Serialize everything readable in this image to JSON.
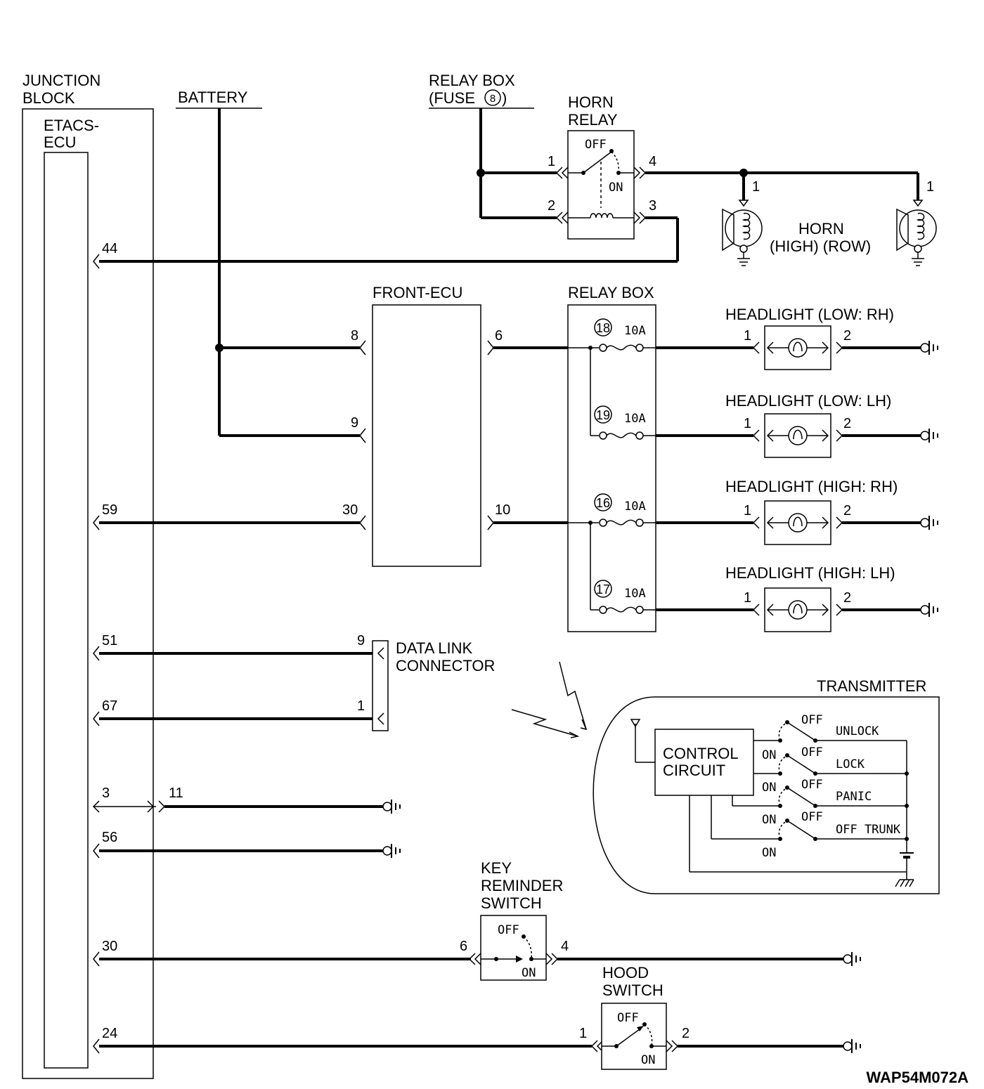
{
  "junction_block": {
    "title_line1": "JUNCTION",
    "title_line2": "BLOCK",
    "ecu_line1": "ETACS-",
    "ecu_line2": "ECU"
  },
  "battery": "BATTERY",
  "relay_box_fuse": {
    "line1": "RELAY BOX",
    "line2": "(FUSE",
    "fuse_no": "8",
    "line2_end": ")"
  },
  "horn_relay": {
    "line1": "HORN",
    "line2": "RELAY",
    "off": "OFF",
    "on": "ON",
    "pins": [
      "1",
      "2",
      "3",
      "4"
    ]
  },
  "horn": {
    "line1": "HORN",
    "line2": "(HIGH) (ROW)",
    "pin_high": "1",
    "pin_low": "1"
  },
  "front_ecu": {
    "title": "FRONT-ECU",
    "pins": [
      "8",
      "9",
      "30",
      "6",
      "10"
    ]
  },
  "relay_box": {
    "title": "RELAY BOX",
    "fuses": [
      {
        "no": "18",
        "rating": "10A"
      },
      {
        "no": "19",
        "rating": "10A"
      },
      {
        "no": "16",
        "rating": "10A"
      },
      {
        "no": "17",
        "rating": "10A"
      }
    ]
  },
  "headlights": [
    {
      "label": "HEADLIGHT (LOW: RH)",
      "pin1": "1",
      "pin2": "2"
    },
    {
      "label": "HEADLIGHT (LOW: LH)",
      "pin1": "1",
      "pin2": "2"
    },
    {
      "label": "HEADLIGHT (HIGH: RH)",
      "pin1": "1",
      "pin2": "2"
    },
    {
      "label": "HEADLIGHT (HIGH: LH)",
      "pin1": "1",
      "pin2": "2"
    }
  ],
  "ecu_pins": [
    "44",
    "59",
    "51",
    "67",
    "3",
    "11",
    "56",
    "30",
    "24"
  ],
  "data_link": {
    "line1": "DATA LINK",
    "line2": "CONNECTOR",
    "pin_top": "9",
    "pin_bottom": "1"
  },
  "transmitter": {
    "title": "TRANSMITTER",
    "circuit_line1": "CONTROL",
    "circuit_line2": "CIRCUIT",
    "switches": [
      "UNLOCK",
      "LOCK",
      "PANIC",
      "OFF TRUNK"
    ],
    "off": "OFF",
    "on": "ON"
  },
  "key_reminder": {
    "line1": "KEY",
    "line2": "REMINDER",
    "line3": "SWITCH",
    "off": "OFF",
    "on": "ON",
    "pin_in": "6",
    "pin_out": "4"
  },
  "hood_switch": {
    "line1": "HOOD",
    "line2": "SWITCH",
    "off": "OFF",
    "on": "ON",
    "pin_in": "1",
    "pin_out": "2"
  },
  "figure_code": "WAP54M072A"
}
